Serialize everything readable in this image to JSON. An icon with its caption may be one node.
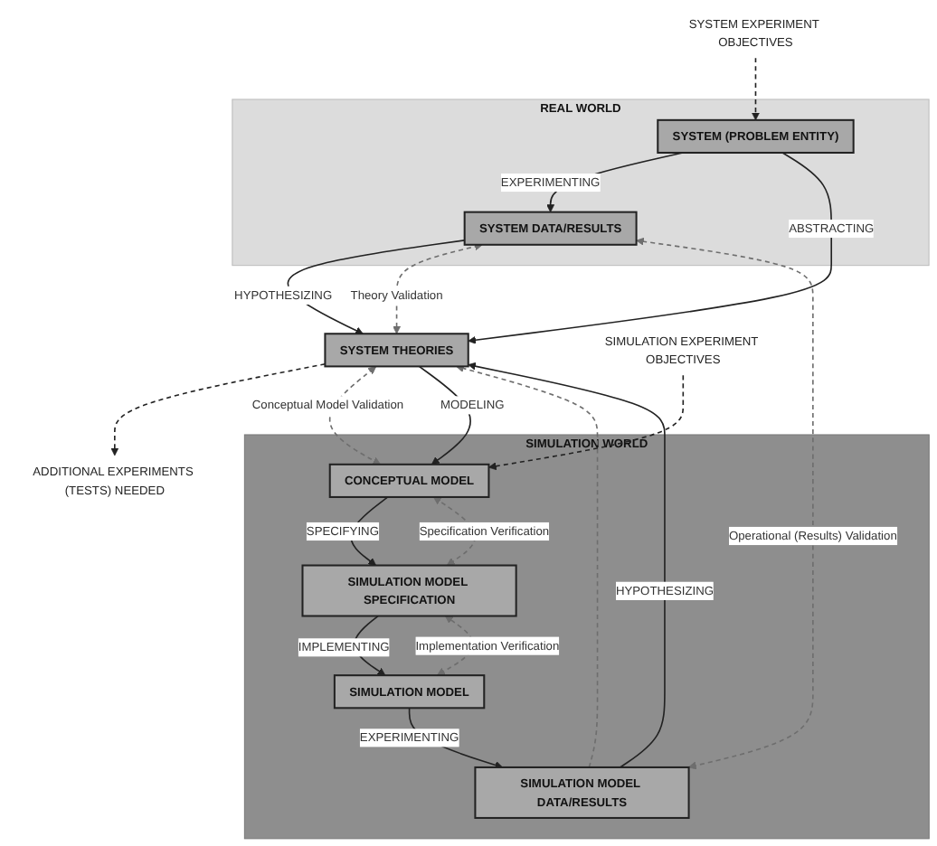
{
  "diagram": {
    "nodes": [
      {
        "text": [
          "REAL WORLD"
        ]
      },
      {
        "text": [
          "SYSTEM DATA/RESULTS"
        ],
        "in": 0
      },
      {
        "text": [
          "SYSTEM (PROBLEM ENTITY)"
        ],
        "in": 0
      },
      {
        "text": [
          "SYSTEM EXPERIMENT OBJECTIVES"
        ]
      },
      {
        "text": [
          "SYSTEM THEORIES"
        ]
      },
      {
        "text": [
          "ADDITIONAL EXPERIMENTS (TESTS) NEEDED"
        ]
      },
      {
        "text": [
          "SIMULATION WORLD"
        ]
      },
      {
        "text": [
          "SIMULATION MODEL DATA/RESULTS"
        ],
        "in": 6
      },
      {
        "text": [
          "CONCEPTUAL MODEL"
        ],
        "in": 6
      },
      {
        "text": [
          "SIMULATION EXPERIMENT OBJECTIVES"
        ]
      },
      {
        "text": [
          "SIMULATION MODEL"
        ],
        "in": 6
      },
      {
        "text": [
          "SIMULATION MODEL SPECIFICATION"
        ],
        "in": 6
      }
    ],
    "edges": [
      {
        "from": 2,
        "to": 1,
        "arrow": "to",
        "label": "EXPERIMENTING"
      },
      {
        "from": 3,
        "to": 2,
        "arrow": "to",
        "style": "dashed"
      },
      {
        "from": 1,
        "to": 4,
        "arrow": "to",
        "label": "HYPOTHESIZING"
      },
      {
        "from": 2,
        "to": 4,
        "arrow": "to",
        "label": "ABSTRACTING"
      },
      {
        "from": 1,
        "to": 4,
        "arrow": "both",
        "label": "Theory Validation",
        "style": "dashed",
        "color": "#6e6e6e"
      },
      {
        "from": 7,
        "to": 1,
        "arrow": "both",
        "label": "Operational (Results) Validation",
        "style": "dashed",
        "color": "#6e6e6e"
      },
      {
        "from": 7,
        "to": 4,
        "arrow": "to",
        "style": "dashed",
        "color": "#6e6e6e"
      },
      {
        "from": 4,
        "to": 5,
        "arrow": "to",
        "style": "dashed"
      },
      {
        "from": 4,
        "to": 8,
        "arrow": "both",
        "label": "Conceptual Model Validation",
        "style": "dashed",
        "color": "#6e6e6e"
      },
      {
        "from": 7,
        "to": 4,
        "arrow": "to",
        "label": "HYPOTHESIZING"
      },
      {
        "from": 4,
        "to": 8,
        "arrow": "to",
        "label": "MODELING"
      },
      {
        "from": 9,
        "to": 8,
        "arrow": "to",
        "style": "dashed"
      },
      {
        "from": 8,
        "to": 11,
        "arrow": "to",
        "label": "SPECIFYING"
      },
      {
        "from": 11,
        "to": 8,
        "arrow": "both",
        "label": "Specification Verification",
        "style": "dashed",
        "color": "#6e6e6e"
      },
      {
        "from": 11,
        "to": 10,
        "arrow": "to",
        "label": "IMPLEMENTING"
      },
      {
        "from": 10,
        "to": 7,
        "arrow": "to",
        "label": "EXPERIMENTING"
      },
      {
        "from": 10,
        "to": 11,
        "arrow": "both",
        "label": "Implementation Verification",
        "style": "dashed",
        "color": "#6e6e6e"
      }
    ]
  }
}
